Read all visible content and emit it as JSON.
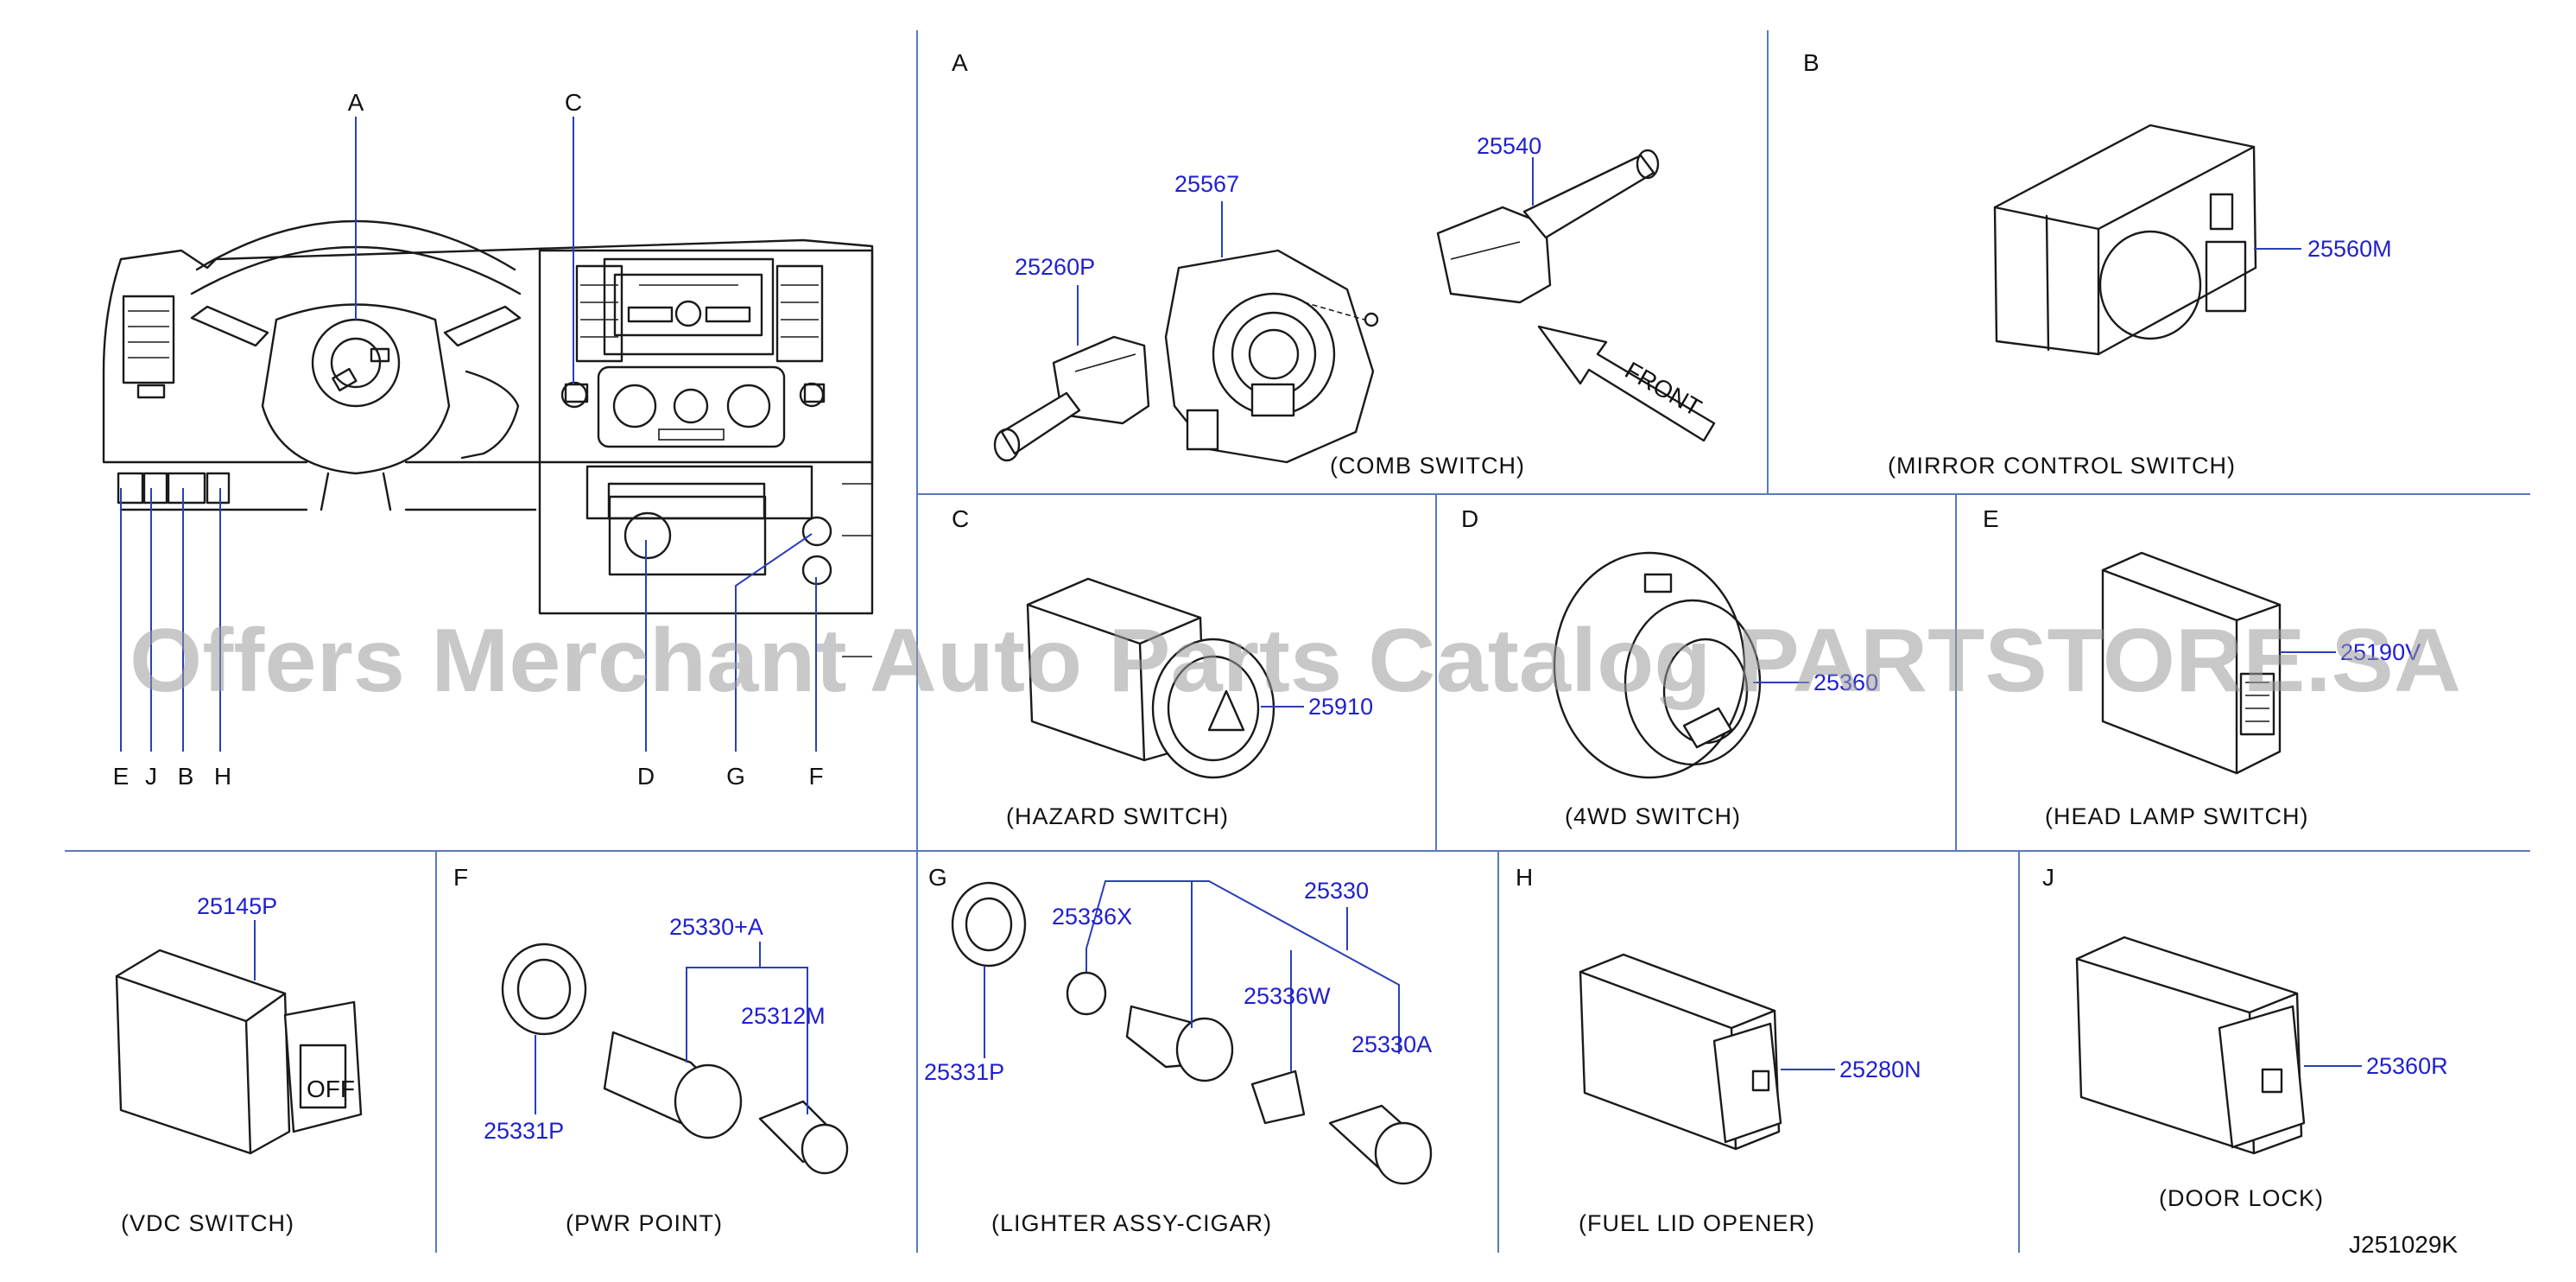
{
  "watermark": "Offers Merchant Auto Parts Catalog PARTSTORE.SA",
  "drawing_id": "J251029K",
  "overview": {
    "callouts": {
      "A": "A",
      "C": "C",
      "E": "E",
      "J": "J",
      "B": "B",
      "H": "H",
      "D": "D",
      "G": "G",
      "F": "F"
    }
  },
  "panels": {
    "A": {
      "key": "A",
      "caption": "(COMB   SWITCH)",
      "parts": {
        "p1": "25567",
        "p2": "25540",
        "p3": "25260P"
      },
      "front_label": "FRONT"
    },
    "B": {
      "key": "B",
      "caption": "(MIRROR   CONTROL   SWITCH)",
      "parts": {
        "p1": "25560M"
      }
    },
    "C": {
      "key": "C",
      "caption": "(HAZARD   SWITCH)",
      "parts": {
        "p1": "25910"
      }
    },
    "D": {
      "key": "D",
      "caption": "(4WD   SWITCH)",
      "parts": {
        "p1": "25360"
      }
    },
    "E": {
      "key": "E",
      "caption": "(HEAD   LAMP   SWITCH)",
      "parts": {
        "p1": "25190V"
      }
    },
    "VDC": {
      "caption": "(VDC   SWITCH)",
      "parts": {
        "p1": "25145P"
      },
      "off_label": "OFF"
    },
    "F": {
      "key": "F",
      "caption": "(PWR   POINT)",
      "parts": {
        "p1": "25330+A",
        "p2": "25312M",
        "p3": "25331P"
      }
    },
    "G": {
      "key": "G",
      "caption": "(LIGHTER   ASSY-CIGAR)",
      "parts": {
        "p1": "25336X",
        "p2": "25330",
        "p3": "25336W",
        "p4": "25330A",
        "p5": "25331P"
      }
    },
    "H": {
      "key": "H",
      "caption": "(FUEL   LID   OPENER)",
      "parts": {
        "p1": "25280N"
      }
    },
    "J": {
      "key": "J",
      "caption": "(DOOR   LOCK)",
      "parts": {
        "p1": "25360R"
      }
    }
  },
  "colors": {
    "grid": "#5a7ab8",
    "part_number": "#1f1fd0",
    "leader": "#2a3fb8",
    "ink": "#1a1a1a",
    "watermark": "#9a9a9a"
  }
}
